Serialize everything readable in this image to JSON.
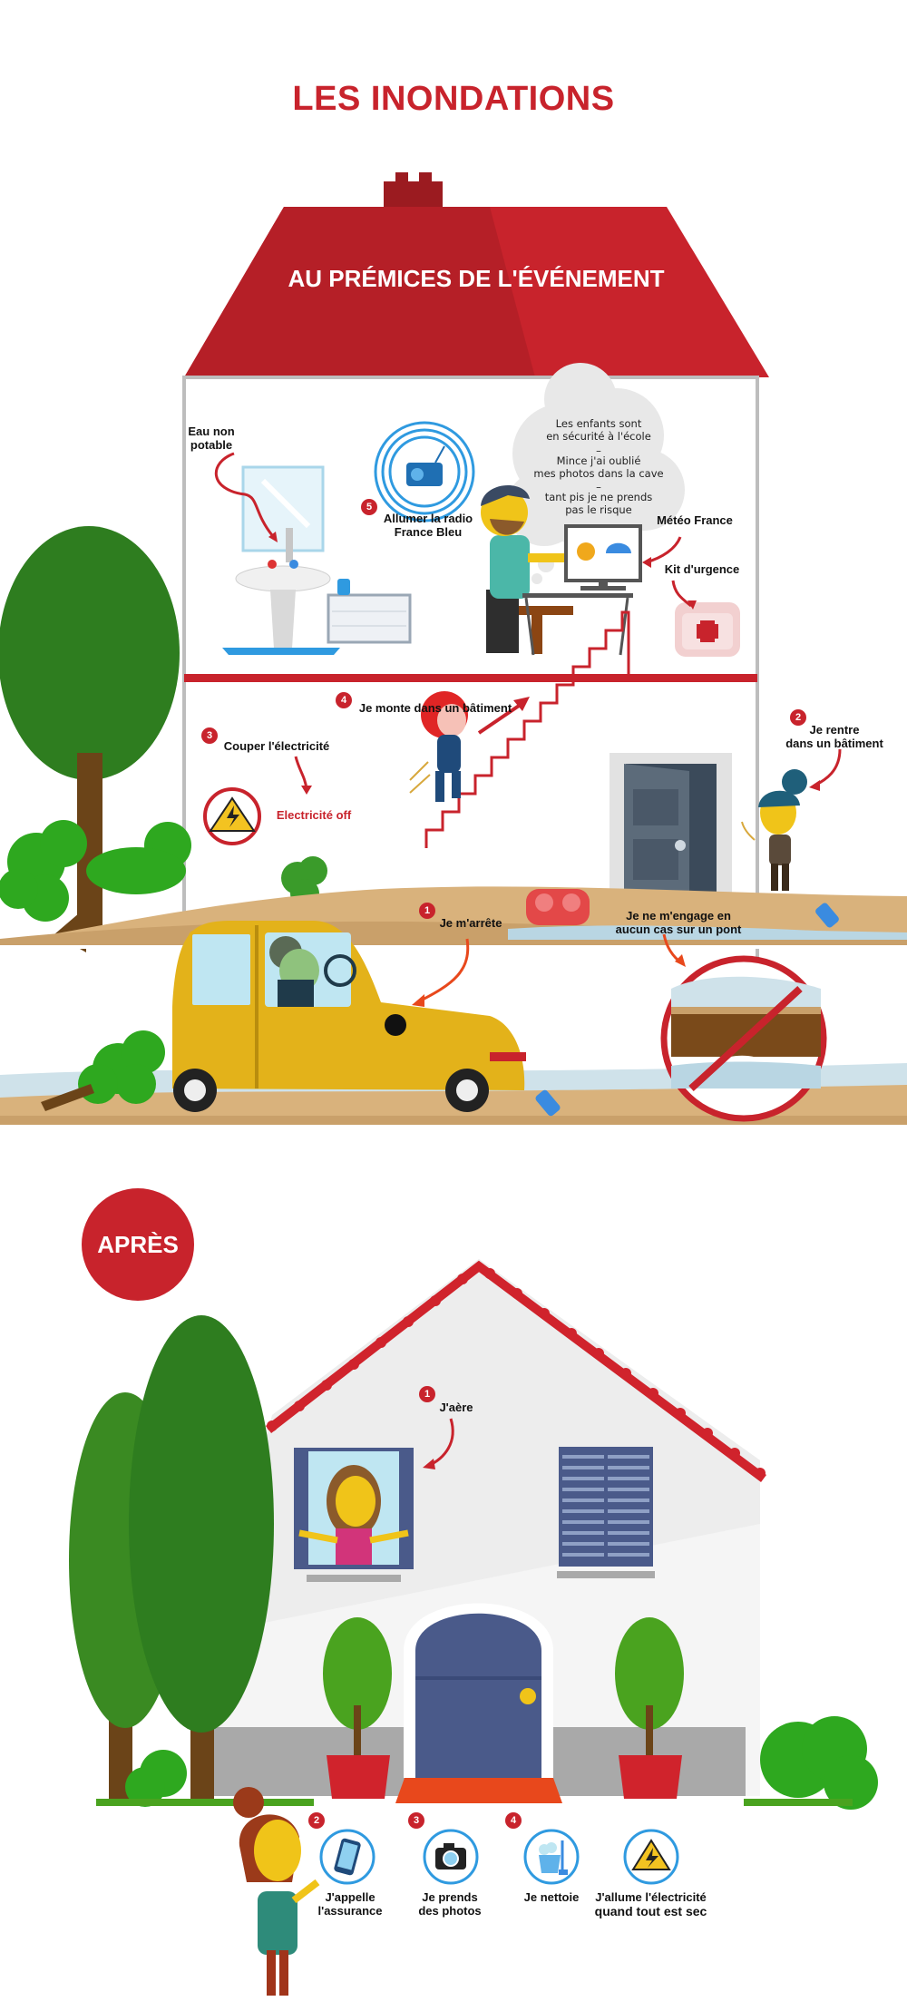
{
  "title": "LES INONDATIONS",
  "section1": {
    "heading": "AU PRÉMICES DE L'ÉVÉNEMENT",
    "labels": {
      "eau_non_potable": "Eau non\npotable",
      "radio": "Allumer la radio\nFrance Bleu",
      "meteo": "Météo France",
      "kit": "Kit d'urgence",
      "bubble_line1": "Les enfants sont\nen sécurité à l'école",
      "bubble_dash1": "–",
      "bubble_line2": "Mince j'ai oublié\nmes photos dans la cave",
      "bubble_dash2": "–",
      "bubble_line3": "tant pis je ne prends\npas le risque",
      "monte": "Je monte dans un bâtiment",
      "couper": "Couper l'électricité",
      "elec_off": "Electricité off",
      "rentre": "Je rentre\ndans un bâtiment",
      "arrete": "Je m'arrête",
      "pont": "Je ne m'engage en\naucun cas sur un pont"
    },
    "numbers": {
      "n1": "1",
      "n2": "2",
      "n3": "3",
      "n4": "4",
      "n5": "5"
    }
  },
  "section2": {
    "heading": "APRÈS",
    "labels": {
      "aere": "J'aère",
      "assurance": "J'appelle\nl'assurance",
      "photos": "Je prends\ndes photos",
      "nettoie": "Je nettoie",
      "elec1": "J'allume l'électricité",
      "elec2": "quand tout est sec"
    },
    "numbers": {
      "n1": "1",
      "n2": "2",
      "n3": "3",
      "n4": "4"
    }
  },
  "colors": {
    "accent_red": "#c8232c",
    "roof_red": "#c8232c",
    "mud": "#d9b27c",
    "water": "#b9d6e3",
    "tree_green": "#2e7d1f",
    "car_yellow": "#e3b21a"
  },
  "icons": [
    "radio-icon",
    "electricity-warning-icon",
    "first-aid-kit-icon",
    "computer-weather-icon",
    "no-bridge-icon",
    "phone-icon",
    "camera-icon",
    "cleaning-bucket-icon",
    "lightning-icon"
  ]
}
